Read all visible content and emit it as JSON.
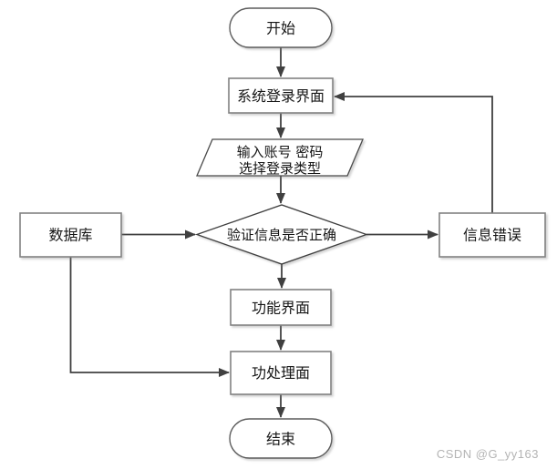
{
  "page": {
    "background": "#ffffff"
  },
  "flowchart": {
    "nodes": {
      "start": {
        "label": "开始",
        "shape": "terminator"
      },
      "login_screen": {
        "label": "系统登录界面",
        "shape": "process"
      },
      "input_credentials": {
        "lines": [
          "输入账号 密码",
          "选择登录类型"
        ],
        "shape": "input-output"
      },
      "verify_decision": {
        "label": "验证信息是否正确",
        "shape": "decision"
      },
      "database": {
        "label": "数据库",
        "shape": "process"
      },
      "info_error": {
        "label": "信息错误",
        "shape": "process"
      },
      "function_screen": {
        "label": "功能界面",
        "shape": "process"
      },
      "processing_screen": {
        "label": "功处理面",
        "shape": "process"
      },
      "end": {
        "label": "结束",
        "shape": "terminator"
      }
    },
    "edges": [
      {
        "from": "start",
        "to": "login_screen"
      },
      {
        "from": "login_screen",
        "to": "input_credentials"
      },
      {
        "from": "input_credentials",
        "to": "verify_decision"
      },
      {
        "from": "database",
        "to": "verify_decision"
      },
      {
        "from": "verify_decision",
        "to": "info_error"
      },
      {
        "from": "info_error",
        "to": "login_screen"
      },
      {
        "from": "verify_decision",
        "to": "function_screen"
      },
      {
        "from": "function_screen",
        "to": "processing_screen"
      },
      {
        "from": "database",
        "to": "processing_screen"
      },
      {
        "from": "processing_screen",
        "to": "end"
      }
    ],
    "colors": {
      "connector": "#404040",
      "node_border": "#828282",
      "node_fill": "#ffffff",
      "text": "#161616"
    }
  },
  "watermark": {
    "text": "CSDN @G_yy163",
    "color": "#b4b4b4"
  }
}
